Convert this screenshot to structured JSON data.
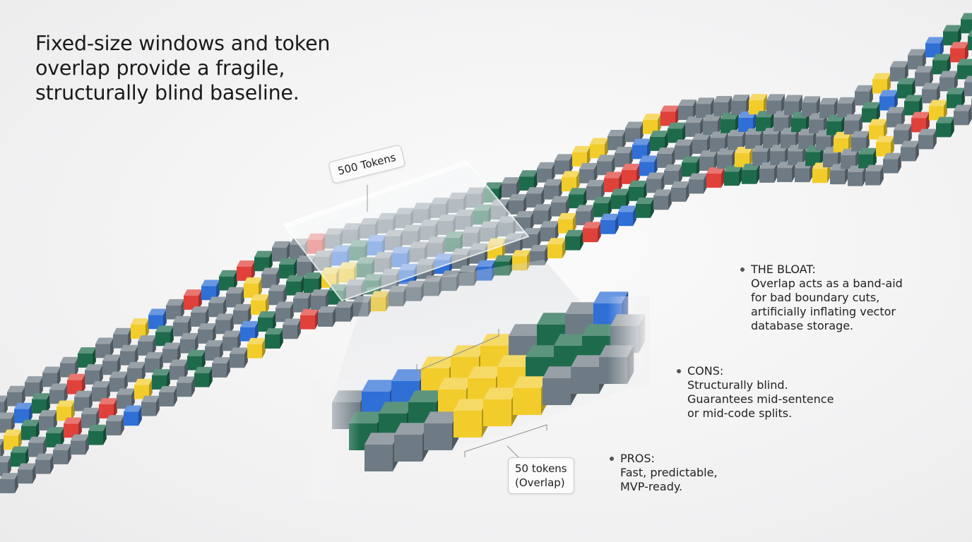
{
  "headline": {
    "lines": [
      "Fixed-size windows and token",
      "overlap provide a fragile,",
      "structurally blind baseline."
    ]
  },
  "window_label": "500 Tokens",
  "overlap_label": {
    "lines": [
      "50 tokens",
      "(Overlap)"
    ]
  },
  "bullets": {
    "bloat": {
      "title": "THE BLOAT:",
      "lines": [
        "Overlap acts as a band-aid",
        "for bad boundary cuts,",
        "artificially inflating vector",
        "database storage."
      ]
    },
    "cons": {
      "title": "CONS:",
      "lines": [
        "Structurally blind.",
        "Guarantees mid-sentence",
        "or mid-code splits."
      ]
    },
    "pros": {
      "title": "PROS:",
      "lines": [
        "Fast, predictable,",
        "MVP-ready."
      ]
    }
  },
  "colors": {
    "gray": "#6e7b84",
    "green": "#1e6b4c",
    "blue": "#2f6fd6",
    "yellow": "#f2cc2a",
    "red": "#e0413a"
  }
}
